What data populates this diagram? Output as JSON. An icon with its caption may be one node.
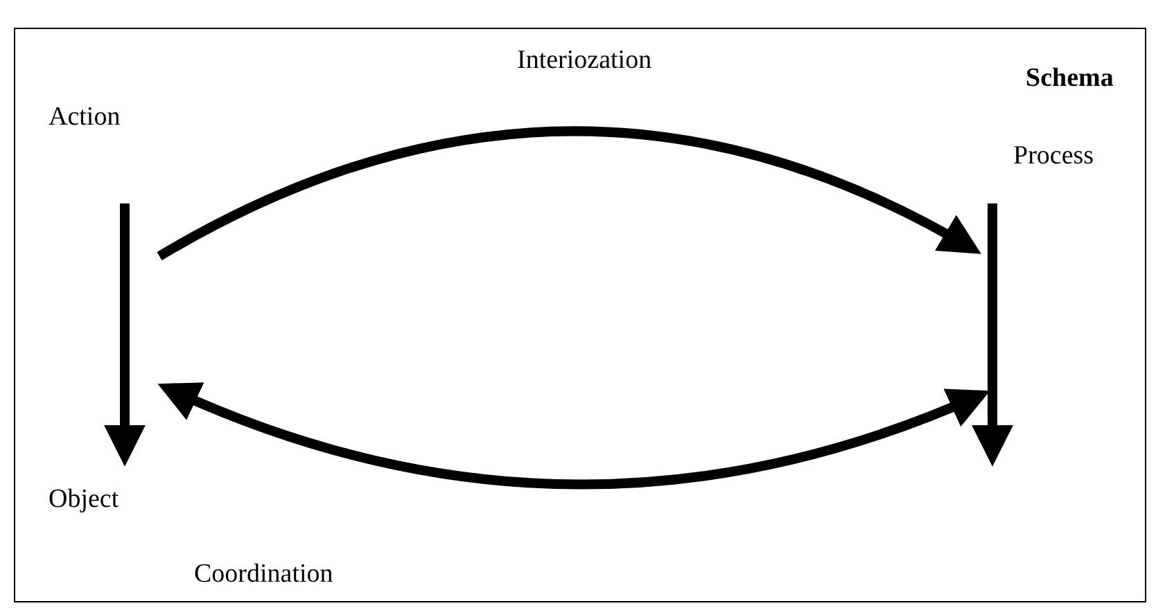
{
  "diagram": {
    "nodes": [
      {
        "text": [
          "Action"
        ]
      },
      {
        "text": [
          "Object"
        ]
      },
      {
        "text": [
          "Process"
        ]
      }
    ],
    "edges": [
      {
        "from": 0,
        "to": 1,
        "arrow": "to"
      },
      {
        "from": 2,
        "to": null,
        "arrow": "to"
      },
      {
        "from": null,
        "to": 2,
        "arrow": "to"
      },
      {
        "from": 1,
        "to": null,
        "arrow": "both"
      }
    ],
    "labels": [
      "Interiozation",
      "Schema",
      "Coordination"
    ]
  }
}
